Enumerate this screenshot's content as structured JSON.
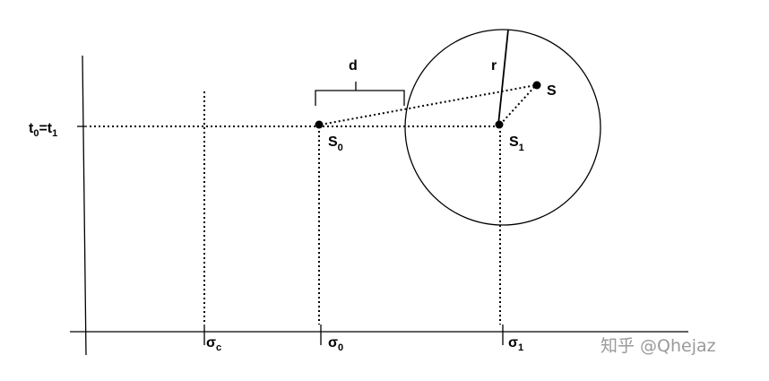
{
  "labels": {
    "time": {
      "base": "t",
      "sub0": "0",
      "eq": "=",
      "base2": "t",
      "sub1": "1"
    },
    "d": "d",
    "r": "r",
    "S": "S",
    "S0": {
      "base": "S",
      "sub": "0"
    },
    "S1": {
      "base": "S",
      "sub": "1"
    },
    "sigma_c": {
      "base": "σ",
      "sub": "c"
    },
    "sigma_0": {
      "base": "σ",
      "sub": "0"
    },
    "sigma_1": {
      "base": "σ",
      "sub": "1"
    }
  },
  "watermark": "知乎 @Qhejaz"
}
